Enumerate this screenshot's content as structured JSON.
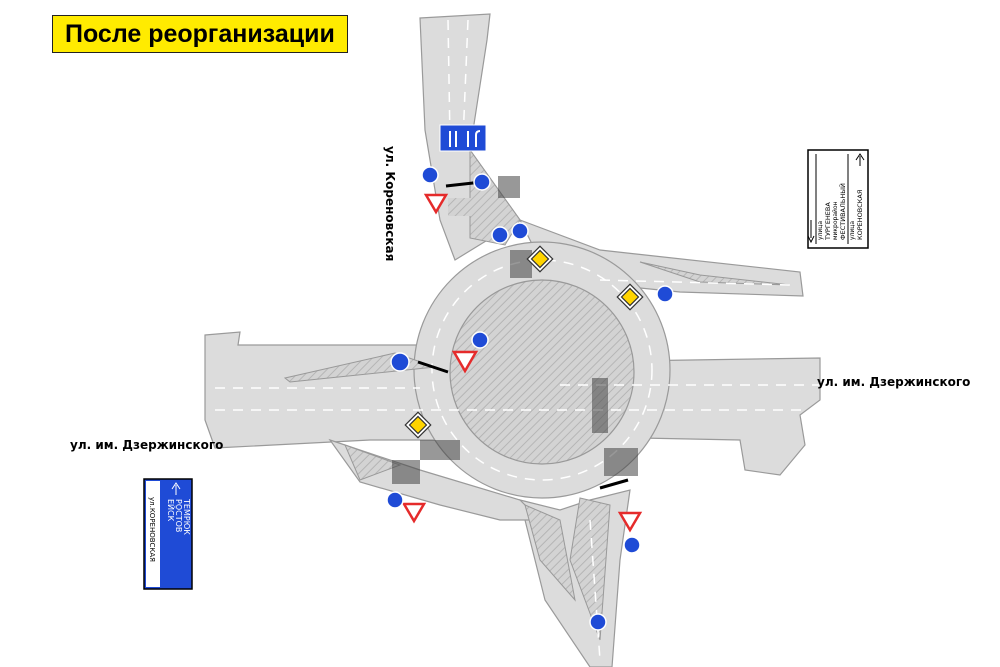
{
  "header": {
    "title": "После реорганизации"
  },
  "streets": {
    "north": "ул. Кореновская",
    "east": "ул. им. Дзержинского",
    "west": "ул. им. Дзержинского"
  },
  "sign_white": {
    "line1": "улица",
    "line2": "ТУРГЕНЕВА",
    "line3": "микрорайон",
    "line4": "ФЕСТИВАЛЬНЫЙ",
    "line5": "улица",
    "line6": "КОРЕНОВСКАЯ"
  },
  "sign_blue": {
    "line1": "ЕЙСК",
    "line2": "РОСТОВ",
    "line3": "ТЕМРЮК",
    "line4": "ул.КОРЕНОВСКАЯ"
  },
  "colors": {
    "road": "#dcdcdc",
    "island": "#c8c8c8",
    "title_bg": "#ffeb00",
    "sign_blue": "#1f4bd6",
    "yield_red": "#e52b2b",
    "priority_yellow": "#ffd400"
  },
  "icons": [
    "yield-sign",
    "priority-road-sign",
    "mandatory-direction-sign",
    "lane-direction-sign",
    "direction-sign"
  ]
}
